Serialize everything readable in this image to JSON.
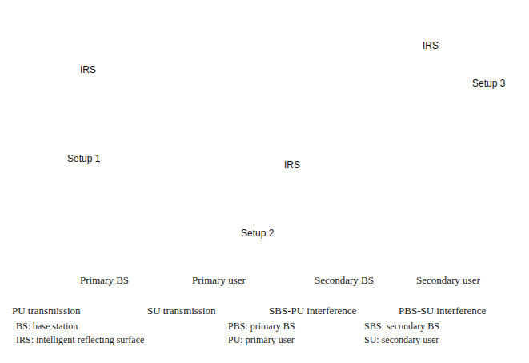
{
  "diagram": {
    "nodes": [
      {
        "text": [
          "IRS"
        ]
      },
      {
        "text": [
          "IRS"
        ]
      },
      {
        "text": [
          "Setup 3"
        ]
      },
      {
        "text": [
          "Setup 1"
        ]
      },
      {
        "text": [
          "IRS"
        ]
      },
      {
        "text": [
          "Setup 2"
        ]
      }
    ],
    "labels": [
      "BS: base station",
      "PBS: primary BS",
      "SBS: secondary BS",
      "IRS: intelligent reflecting surface",
      "PU: primary user",
      "SU: secondary user"
    ],
    "legend": [
      {
        "text": "Primary BS"
      },
      {
        "text": "Primary user"
      },
      {
        "text": "Secondary BS"
      },
      {
        "text": "Secondary user"
      },
      {
        "text": "PU transmission"
      },
      {
        "text": "SU transmission"
      },
      {
        "text": "SBS-PU interference"
      },
      {
        "text": "PBS-SU interference"
      }
    ]
  }
}
